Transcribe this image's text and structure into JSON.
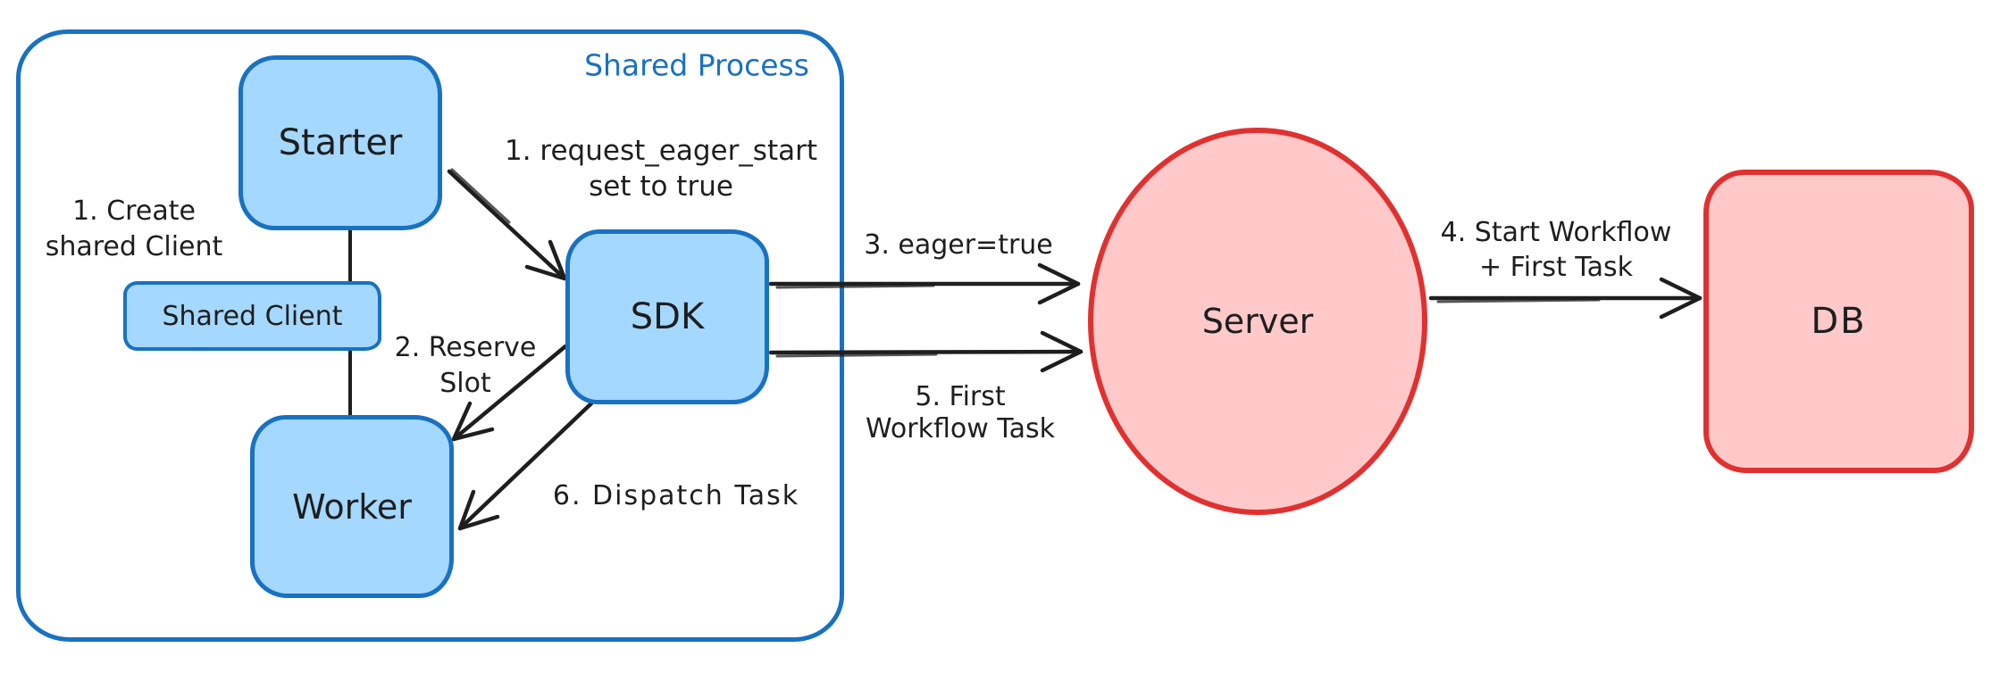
{
  "colors": {
    "blue_stroke": "#1971c2",
    "blue_fill": "#a5d8ff",
    "red_stroke": "#e03131",
    "red_fill": "#ffc9c9",
    "ink": "#1e1e1e",
    "background": "#ffffff"
  },
  "container": {
    "label": "Shared Process"
  },
  "nodes": {
    "starter": {
      "label": "Starter"
    },
    "shared_client": {
      "label": "Shared Client"
    },
    "worker": {
      "label": "Worker"
    },
    "sdk": {
      "label": "SDK"
    },
    "server": {
      "label": "Server"
    },
    "db": {
      "label": "DB"
    }
  },
  "annotations": {
    "create_client": {
      "line1": "1. Create",
      "line2": "shared Client"
    },
    "request_eager_start": {
      "line1": "1. request_eager_start",
      "line2": "set to true"
    },
    "reserve_slot": {
      "line1": "2. Reserve",
      "line2": "Slot"
    },
    "eager_true": {
      "text": "3. eager=true"
    },
    "start_workflow": {
      "line1": "4. Start Workflow",
      "line2": "+ First Task"
    },
    "first_workflow_task": {
      "line1": "5. First",
      "line2": "Workflow Task"
    },
    "dispatch_task": {
      "text": "6. Dispatch Task"
    }
  }
}
